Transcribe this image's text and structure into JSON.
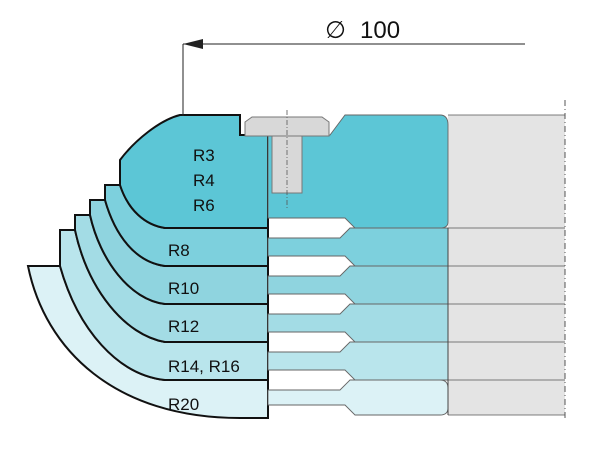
{
  "dimension": {
    "symbol": "∅",
    "value": "100"
  },
  "radius_labels": [
    "R3",
    "R4",
    "R6",
    "R8",
    "R10",
    "R12",
    "R14, R16",
    "R20"
  ],
  "colors": {
    "band_top": "#5cc6d6",
    "band_2": "#7dd0dd",
    "band_3": "#8fd4df",
    "band_4": "#a3dce5",
    "band_5": "#b9e5ec",
    "band_6": "#dcf2f6",
    "gray_body": "#e4e4e4",
    "outline": "#111111",
    "screw": "#d8d8d8"
  }
}
